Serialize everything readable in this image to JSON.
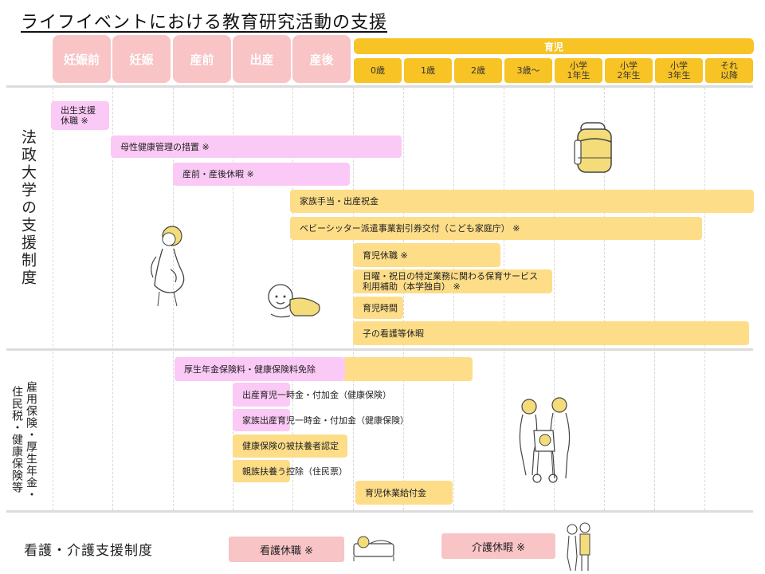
{
  "title": "ライフイベントにおける教育研究活動の支援",
  "stage_headers": [
    "妊娠前",
    "妊娠",
    "産前",
    "出産",
    "産後"
  ],
  "ikuji_header": "育児",
  "age_headers": [
    "0歳",
    "1歳",
    "2歳",
    "3歳〜",
    "小学\n1年生",
    "小学\n2年生",
    "小学\n3年生",
    "それ\n以降"
  ],
  "section_labels": {
    "university": "法政大学の支援制度",
    "insurance_col1": "雇用保険・厚生年金・",
    "insurance_col2": "住民税・健康保険等",
    "care": "看護・介護支援制度"
  },
  "university_programs": [
    "出生支援\n休職 ※",
    "母性健康管理の措置 ※",
    "産前・産後休暇 ※",
    "家族手当・出産祝金",
    "ベビーシッター派遣事業割引券交付（こども家庭庁） ※",
    "育児休職 ※",
    "日曜・祝日の特定業務に関わる保育サービス\n利用補助（本学独自） ※",
    "育児時間",
    "子の看護等休暇"
  ],
  "insurance_programs": [
    "厚生年金保険料・健康保険料免除",
    "出産育児一時金・付加金（健康保険）",
    "家族出産育児一時金・付加金（健康保険）",
    "健康保険の被扶養者認定",
    "親族扶養う控除（住民票）",
    "育児休業給付金"
  ],
  "care_programs": [
    "看護休職 ※",
    "介護休暇 ※"
  ],
  "colors": {
    "stage_header": "#f9c4c6",
    "ikuji_header": "#f7c325",
    "university_pink": "#fbc9f5",
    "support_yellow": "#fddd88",
    "care_box": "#f9c4c6"
  }
}
